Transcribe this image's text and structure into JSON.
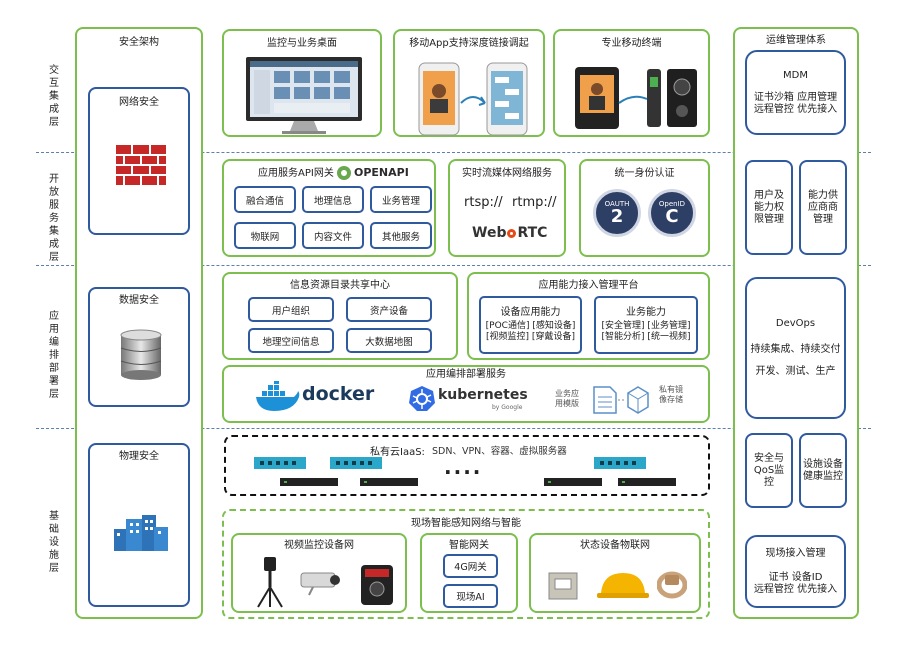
{
  "layers": [
    "交互集成层",
    "开放服务集成层",
    "应用编排部署层",
    "基础设施层"
  ],
  "left_column": {
    "title": "安全架构",
    "items": [
      {
        "label": "网络安全",
        "icon": "firewall-icon"
      },
      {
        "label": "数据安全",
        "icon": "database-icon"
      },
      {
        "label": "物理安全",
        "icon": "buildings-icon"
      }
    ]
  },
  "right_column": {
    "title": "运维管理体系",
    "mdm": {
      "title": "MDM",
      "line1": "证书沙箱 应用管理",
      "line2": "远程管控 优先接入"
    },
    "auth": "用户及能力权限管理",
    "supply": "能力供应商商管理",
    "devops": {
      "title": "DevOps",
      "line1": "持续集成、持续交付",
      "line2": "开发、测试、生产"
    },
    "qos": "安全与QoS监控",
    "health": "设施设备健康监控",
    "field": {
      "title": "现场接入管理",
      "line1": "证书   设备ID",
      "line2": "远程管控 优先接入"
    }
  },
  "interaction": {
    "desktop": "监控与业务桌面",
    "mobile": "移动App支持深度链接调起",
    "terminal": "专业移动终端"
  },
  "open_services": {
    "gateway_title": "应用服务API网关",
    "openapi_logo": "OPENAPI",
    "gateway_items": [
      "融合通信",
      "地理信息",
      "业务管理",
      "物联网",
      "内容文件",
      "其他服务"
    ],
    "media_title": "实时流媒体网络服务",
    "rtsp": "rtsp://",
    "rtmp": "rtmp://",
    "webrtc_prefix": "Web",
    "webrtc_suffix": "RTC",
    "auth_title": "统一身份认证",
    "oauth_num": "2",
    "oauth_text": "OAUTH",
    "openid_letter": "C",
    "openid_text": "OpenID"
  },
  "orchestration": {
    "catalog_title": "信息资源目录共享中心",
    "catalog_items": [
      "用户组织",
      "资产设备",
      "地理空间信息",
      "大数据地图"
    ],
    "platform_title": "应用能力接入管理平台",
    "device_title": "设备应用能力",
    "device_lines": [
      "[POC通信]  [感知设备]",
      "[视频监控]  [穿戴设备]"
    ],
    "biz_title": "业务能力",
    "biz_lines": [
      "[安全管理]  [业务管理]",
      "[智能分析]  [统一视频]"
    ],
    "deploy_title": "应用编排部署服务",
    "docker": "docker",
    "kubernetes": "kubernetes",
    "k8s_by": "by Google",
    "template_label": "业务应用模版",
    "registry_label": "私有镜像存储"
  },
  "infrastructure": {
    "iaas_title": "私有云IaaS:",
    "iaas_desc": "SDN、VPN、容器、虚拟服务器",
    "ellipsis": "....",
    "field_title": "现场智能感知网络与智能",
    "video_title": "视频监控设备网",
    "gateway_title": "智能网关",
    "gateway_items": [
      "4G网关",
      "现场AI"
    ],
    "iot_title": "状态设备物联网"
  },
  "colors": {
    "green": "#7cbf4e",
    "blue": "#2f5a9e",
    "dash": "#5b7fb0"
  }
}
